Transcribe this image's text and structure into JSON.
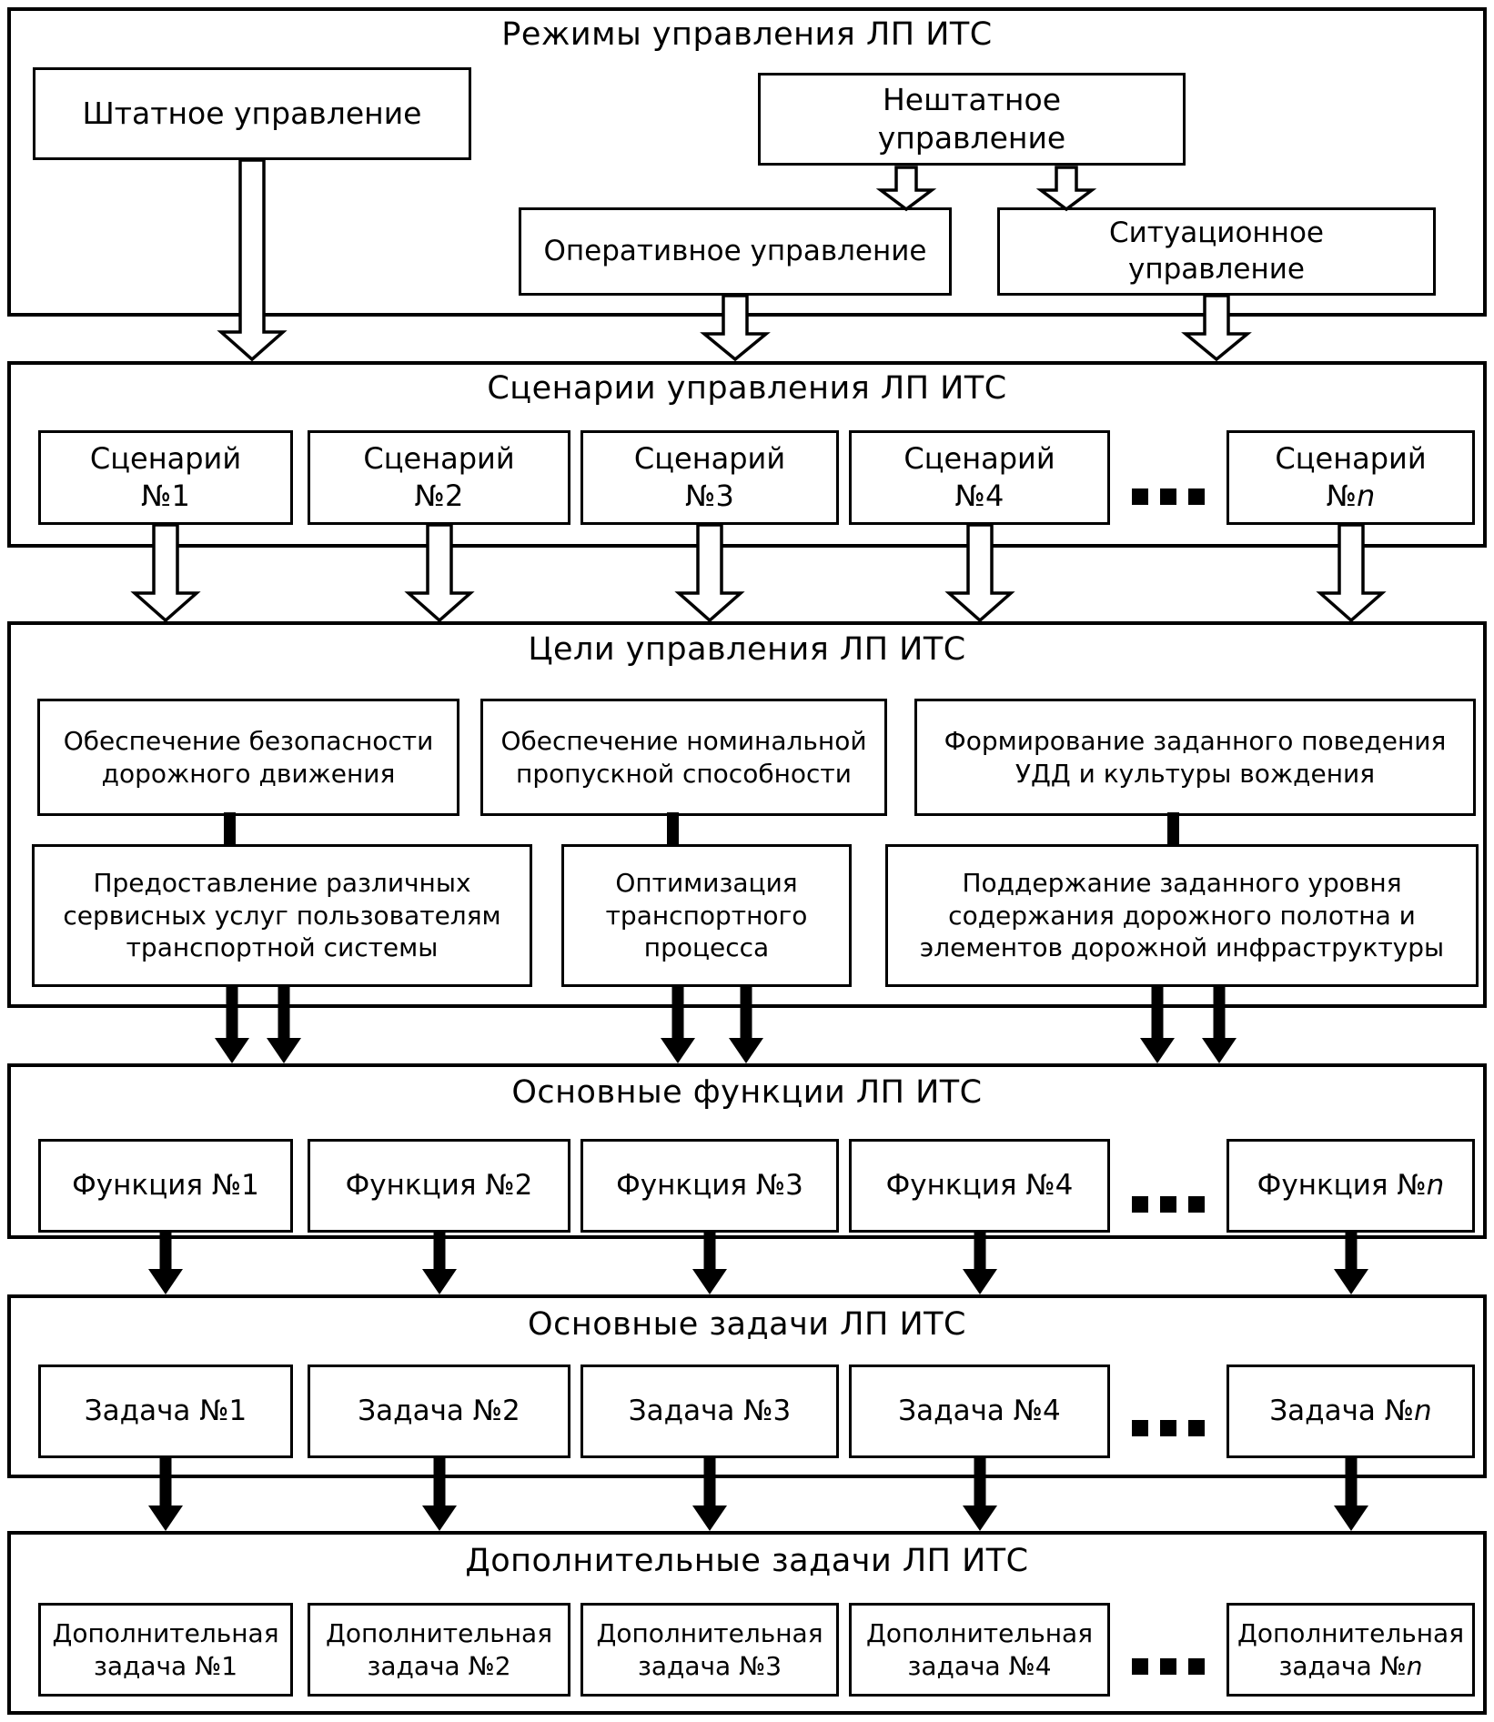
{
  "colors": {
    "ink": "#000000",
    "paper": "#ffffff"
  },
  "ellipsis": "...",
  "modes": {
    "title": "Режимы управления ЛП ИТС",
    "regular": "Штатное управление",
    "emergency": "Нештатное\nуправление",
    "operational": "Оперативное управление",
    "situational": "Ситуационное\nуправление"
  },
  "scenarios": {
    "title": "Сценарии управления ЛП ИТС",
    "items": [
      {
        "line1": "Сценарий",
        "line2": "№1",
        "it": ""
      },
      {
        "line1": "Сценарий",
        "line2": "№2",
        "it": ""
      },
      {
        "line1": "Сценарий",
        "line2": "№3",
        "it": ""
      },
      {
        "line1": "Сценарий",
        "line2": "№4",
        "it": ""
      },
      {
        "line1": "Сценарий",
        "line2": "№",
        "it": "n"
      }
    ]
  },
  "goals": {
    "title": "Цели управления ЛП ИТС",
    "row1": [
      "Обеспечение безопасности\nдорожного движения",
      "Обеспечение номинальной\nпропускной способности",
      "Формирование заданного поведения\nУДД и культуры вождения"
    ],
    "row2": [
      "Предоставление различных\nсервисных услуг пользователям\nтранспортной системы",
      "Оптимизация\nтранспортного\nпроцесса",
      "Поддержание заданного уровня\nсодержания дорожного полотна и\nэлементов дорожной инфраструктуры"
    ]
  },
  "functions": {
    "title": "Основные функции ЛП ИТС",
    "items": [
      {
        "label": "Функция №1",
        "it": ""
      },
      {
        "label": "Функция №2",
        "it": ""
      },
      {
        "label": "Функция №3",
        "it": ""
      },
      {
        "label": "Функция №4",
        "it": ""
      },
      {
        "label": "Функция №",
        "it": "n"
      }
    ]
  },
  "tasks": {
    "title": "Основные задачи ЛП ИТС",
    "items": [
      {
        "label": "Задача №1",
        "it": ""
      },
      {
        "label": "Задача №2",
        "it": ""
      },
      {
        "label": "Задача №3",
        "it": ""
      },
      {
        "label": "Задача №4",
        "it": ""
      },
      {
        "label": "Задача №",
        "it": "n"
      }
    ]
  },
  "extra": {
    "title": "Дополнительные задачи ЛП ИТС",
    "items": [
      {
        "line1": "Дополнительная",
        "line2": "задача №1",
        "it": ""
      },
      {
        "line1": "Дополнительная",
        "line2": "задача №2",
        "it": ""
      },
      {
        "line1": "Дополнительная",
        "line2": "задача №3",
        "it": ""
      },
      {
        "line1": "Дополнительная",
        "line2": "задача №4",
        "it": ""
      },
      {
        "line1": "Дополнительная",
        "line2": "задача №",
        "it": "n"
      }
    ]
  }
}
